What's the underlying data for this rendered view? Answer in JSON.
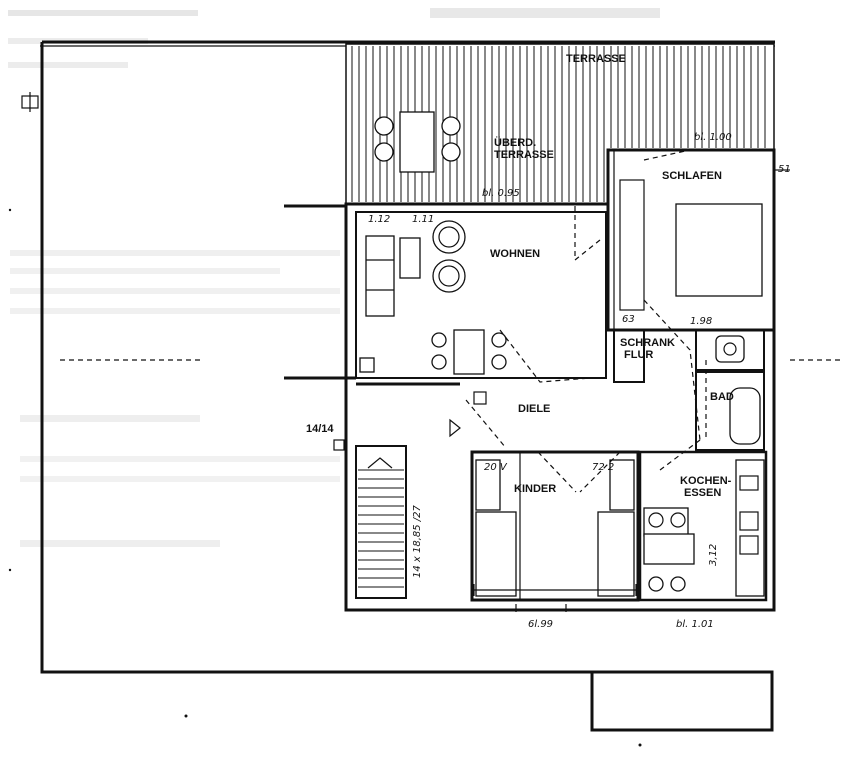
{
  "rooms": {
    "terrasse": "TERRASSE",
    "ueberd_terrasse_1": "ÜBERD.",
    "ueberd_terrasse_2": "TERRASSE",
    "schlafen": "SCHLAFEN",
    "wohnen": "WOHNEN",
    "schrank": "SCHRANK",
    "flur": "FLUR",
    "bad": "BAD",
    "diele": "DIELE",
    "kinder": "KINDER",
    "kochen": "KOCHEN-",
    "essen": "ESSEN"
  },
  "annotations": {
    "stair_ref": "14/14",
    "stair_dims": "14 x 18,85 /27",
    "dim_bottom_left": "6l.99",
    "dim_bottom_right": "bl. 1.01",
    "dim_schlafen_top": "bl. 1.00",
    "dim_schlafen_wall": "1.98",
    "dim_kitchen": "3,12",
    "dim_wohnen_window": "bl. 0.95",
    "dim_wohnen_a": "1.12",
    "dim_wohnen_b": "1.11",
    "dim_kinder_a": "20 V",
    "dim_kinder_b": "72 2",
    "dim_63": "63",
    "dim_51": "51"
  },
  "colors": {
    "ink": "#111111",
    "paper": "#ffffff",
    "faint": "#bcbcbc"
  }
}
